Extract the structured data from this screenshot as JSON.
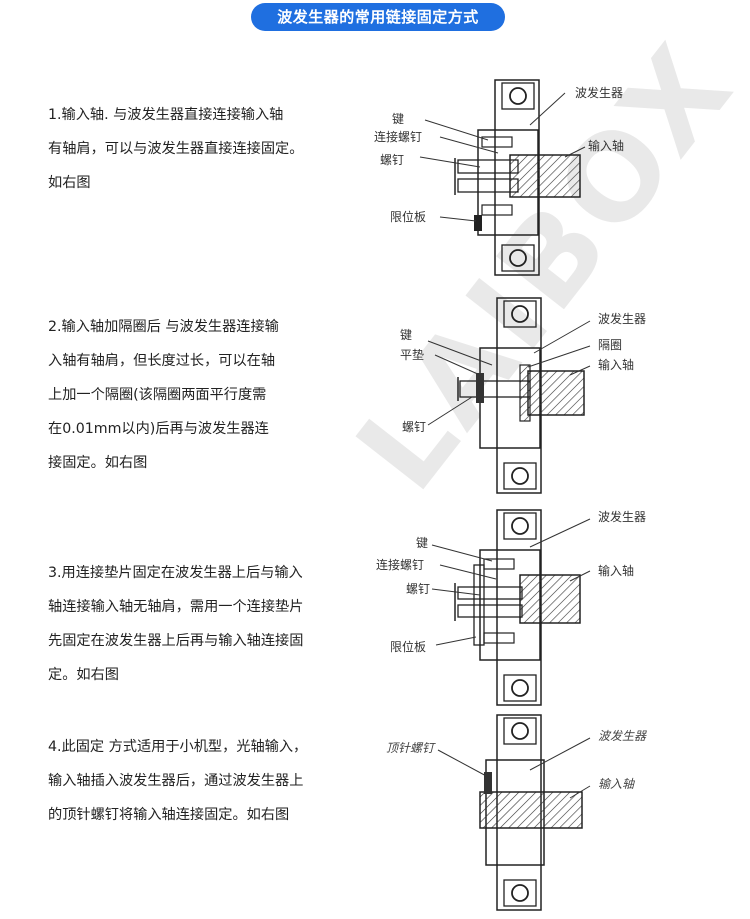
{
  "header": {
    "title": "波发生器的常用链接固定方式"
  },
  "watermark": "LAIBOX",
  "sections": [
    {
      "lines": [
        "1.输入轴. 与波发生器直接连接输入轴",
        "有轴肩，可以与波发生器直接连接固定。",
        "如右图"
      ],
      "labels": {
        "generator": "波发生器",
        "key": "键",
        "connect_screw": "连接螺钉",
        "screw": "螺钉",
        "input_shaft": "输入轴",
        "limit_plate": "限位板"
      }
    },
    {
      "lines": [
        "2.输入轴加隔圈后 与波发生器连接输",
        "入轴有轴肩，但长度过长，可以在轴",
        "上加一个隔圈(该隔圈两面平行度需",
        "在0.01mm以内)后再与波发生器连",
        "接固定。如右图"
      ],
      "labels": {
        "key": "键",
        "flat_washer": "平垫",
        "screw": "螺钉",
        "generator": "波发生器",
        "spacer": "隔圈",
        "input_shaft": "输入轴"
      }
    },
    {
      "lines": [
        "3.用连接垫片固定在波发生器上后与输入",
        "轴连接输入轴无轴肩，需用一个连接垫片",
        "先固定在波发生器上后再与输入轴连接固",
        "定。如右图"
      ],
      "labels": {
        "key": "键",
        "connect_screw": "连接螺钉",
        "screw": "螺钉",
        "limit_plate": "限位板",
        "generator": "波发生器",
        "input_shaft": "输入轴"
      }
    },
    {
      "lines": [
        "4.此固定 方式适用于小机型，光轴输入，",
        "输入轴插入波发生器后，通过波发生器上",
        "的顶针螺钉将输入轴连接固定。如右图"
      ],
      "labels": {
        "set_screw": "顶针螺钉",
        "generator": "波发生器",
        "input_shaft": "输入轴"
      }
    }
  ],
  "colors": {
    "accent": "#1f6fe0",
    "line": "#222222",
    "watermark": "#e9e9e9"
  }
}
